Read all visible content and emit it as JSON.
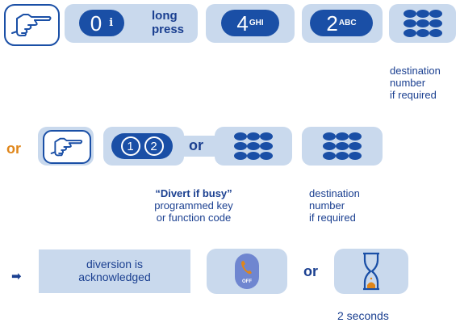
{
  "row1": {
    "key1": {
      "digit": "0",
      "symbol": "i"
    },
    "long_press": "long press",
    "key2": {
      "digit": "4",
      "letters": "GHI"
    },
    "key3": {
      "digit": "2",
      "letters": "ABC"
    },
    "caption": [
      "destination",
      "number",
      "if required"
    ]
  },
  "row2": {
    "or_start": "or",
    "or_middle": "or",
    "key_pair": [
      "1",
      "2"
    ],
    "caption_left_bold": "“Divert if busy”",
    "caption_left": [
      "programmed key",
      "or function code"
    ],
    "caption_right": [
      "destination",
      "number",
      "if required"
    ]
  },
  "row3": {
    "message": [
      "diversion is",
      "acknowledged"
    ],
    "phone_label": "OFF",
    "or": "or",
    "timer_caption": "2 seconds"
  },
  "colors": {
    "tile": "#c9d9ed",
    "key": "#1a4fa6",
    "text": "#1a3f90",
    "or_accent": "#e0861a"
  },
  "icons": [
    "pointing-hand-icon",
    "keypad-icon",
    "phone-off-icon",
    "hourglass-icon",
    "arrow-right-icon"
  ]
}
